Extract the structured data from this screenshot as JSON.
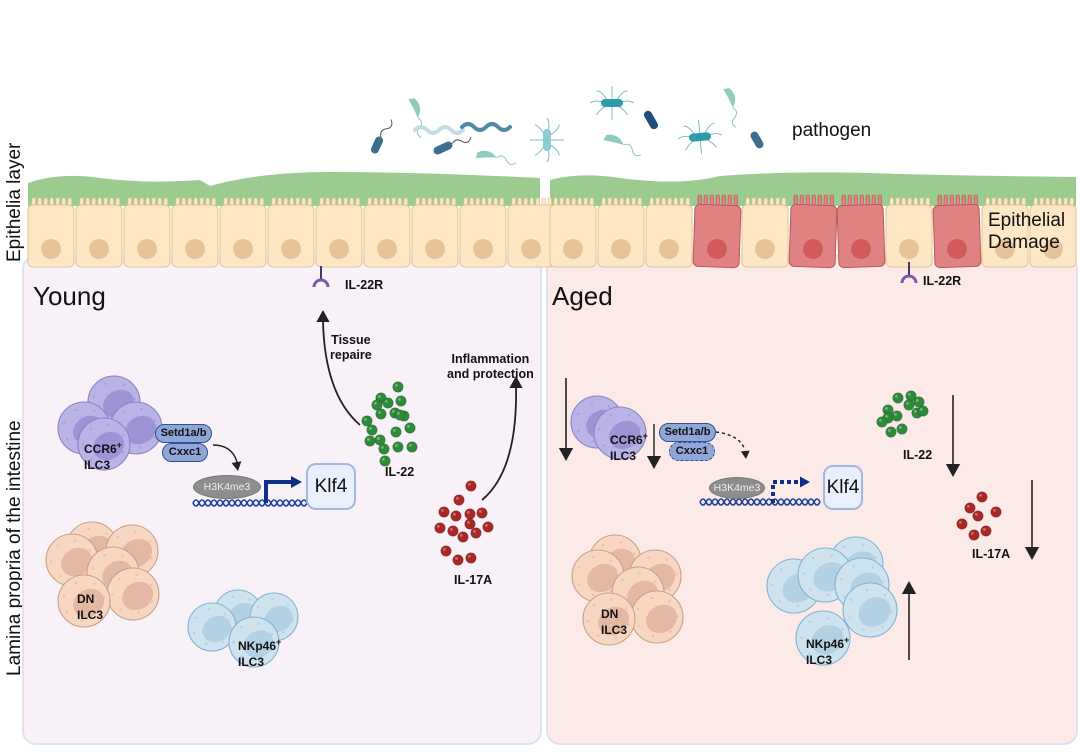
{
  "side_labels": {
    "epithelia": "Epithelia layer",
    "lamina": "Lamina propria of the intestine"
  },
  "top": {
    "pathogen_label": "pathogen",
    "epithelial_damage_label": [
      "Epithelial",
      "Damage"
    ]
  },
  "colors": {
    "mucus": "#9ccb8f",
    "epithelial_cell": "#fde7c5",
    "nucleus": "#e6c39a",
    "damaged_cell": "#e08282",
    "damaged_nucleus": "#d45a5a",
    "young_bg": "#f8f1f7",
    "aged_bg": "#fbeae8",
    "il22_bead": "#2e8b3a",
    "il17a_bead": "#a82828",
    "ccr6_cell": "#b9b3e6",
    "dn_cell": "#f8d7c2",
    "nkp46_cell": "#cfe3ef",
    "receptor": "#7d5aa6",
    "promoter_arrow": "#0f2f86"
  },
  "young": {
    "title": "Young",
    "il22r": "IL-22R",
    "tissue_repair": [
      "Tissue",
      "repaire"
    ],
    "inflammation": [
      "Inflammation",
      "and protection"
    ],
    "il22": "IL-22",
    "il17a": "IL-17A",
    "ccr6_cell": {
      "name": "CCR6",
      "sup": "+",
      "line2": "ILC3"
    },
    "dn_cell": {
      "line1": "DN",
      "line2": "ILC3"
    },
    "nkp46_cell": {
      "name": "NKp46",
      "sup": "+",
      "line2": "ILC3"
    },
    "setd1": "Setd1a/b",
    "cxxc1": "Cxxc1",
    "h3k4me3": "H3K4me3",
    "klf4": "Klf4"
  },
  "aged": {
    "title": "Aged",
    "il22r": "IL-22R",
    "il22": "IL-22",
    "il17a": "IL-17A",
    "ccr6_cell": {
      "name": "CCR6",
      "sup": "+",
      "line2": "ILC3"
    },
    "dn_cell": {
      "line1": "DN",
      "line2": "ILC3"
    },
    "nkp46_cell": {
      "name": "NKp46",
      "sup": "+",
      "line2": "ILC3"
    },
    "setd1": "Setd1a/b",
    "cxxc1": "Cxxc1",
    "h3k4me3": "H3K4me3",
    "klf4": "Klf4"
  }
}
